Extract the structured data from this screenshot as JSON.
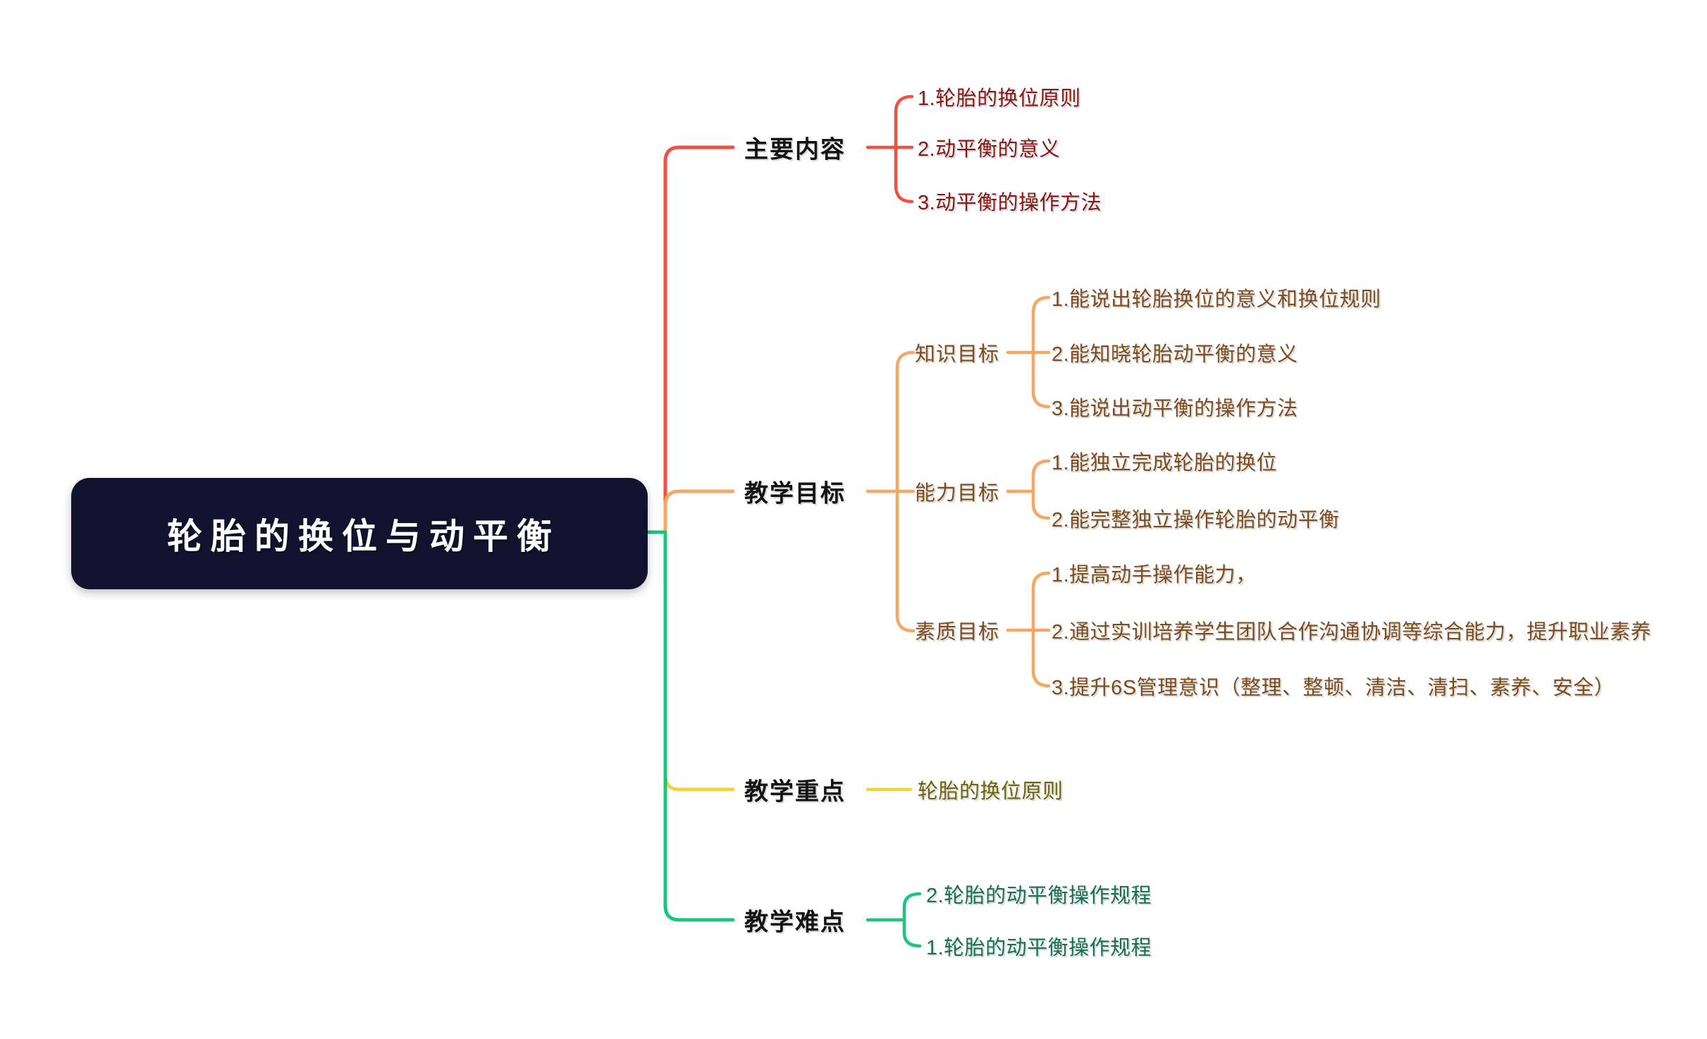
{
  "root": {
    "title": "轮胎的换位与动平衡"
  },
  "branches": {
    "main_content": {
      "label": "主要内容",
      "line_color": "#f4503f",
      "text_color": "#871712",
      "items": [
        "1.轮胎的换位原则",
        "2.动平衡的意义",
        "3.动平衡的操作方法"
      ]
    },
    "teaching_goals": {
      "label": "教学目标",
      "line_color": "#f5a763",
      "text_color": "#7d4b1c",
      "groups": {
        "knowledge": {
          "label": "知识目标",
          "items": [
            "1.能说出轮胎换位的意义和换位规则",
            "2.能知晓轮胎动平衡的意义",
            "3.能说出动平衡的操作方法"
          ]
        },
        "ability": {
          "label": "能力目标",
          "items": [
            "1.能独立完成轮胎的换位",
            "2.能完整独立操作轮胎的动平衡"
          ]
        },
        "quality": {
          "label": "素质目标",
          "items": [
            "1.提高动手操作能力，",
            "2.通过实训培养学生团队合作沟通协调等综合能力，提升职业素养",
            "3.提升6S管理意识（整理、整顿、清洁、清扫、素养、安全）"
          ]
        }
      }
    },
    "teaching_key_points": {
      "label": "教学重点",
      "line_color": "#f2d339",
      "text_color": "#6f6209",
      "items": [
        "轮胎的换位原则"
      ]
    },
    "teaching_difficulties": {
      "label": "教学难点",
      "line_color": "#1cc47e",
      "text_color": "#17704f",
      "items": [
        "2.轮胎的动平衡操作规程",
        "1.轮胎的动平衡操作规程"
      ]
    }
  },
  "node_colors": {
    "central_bg": "#131330",
    "central_text": "#ffffff",
    "branch_label_text": "#141414"
  }
}
